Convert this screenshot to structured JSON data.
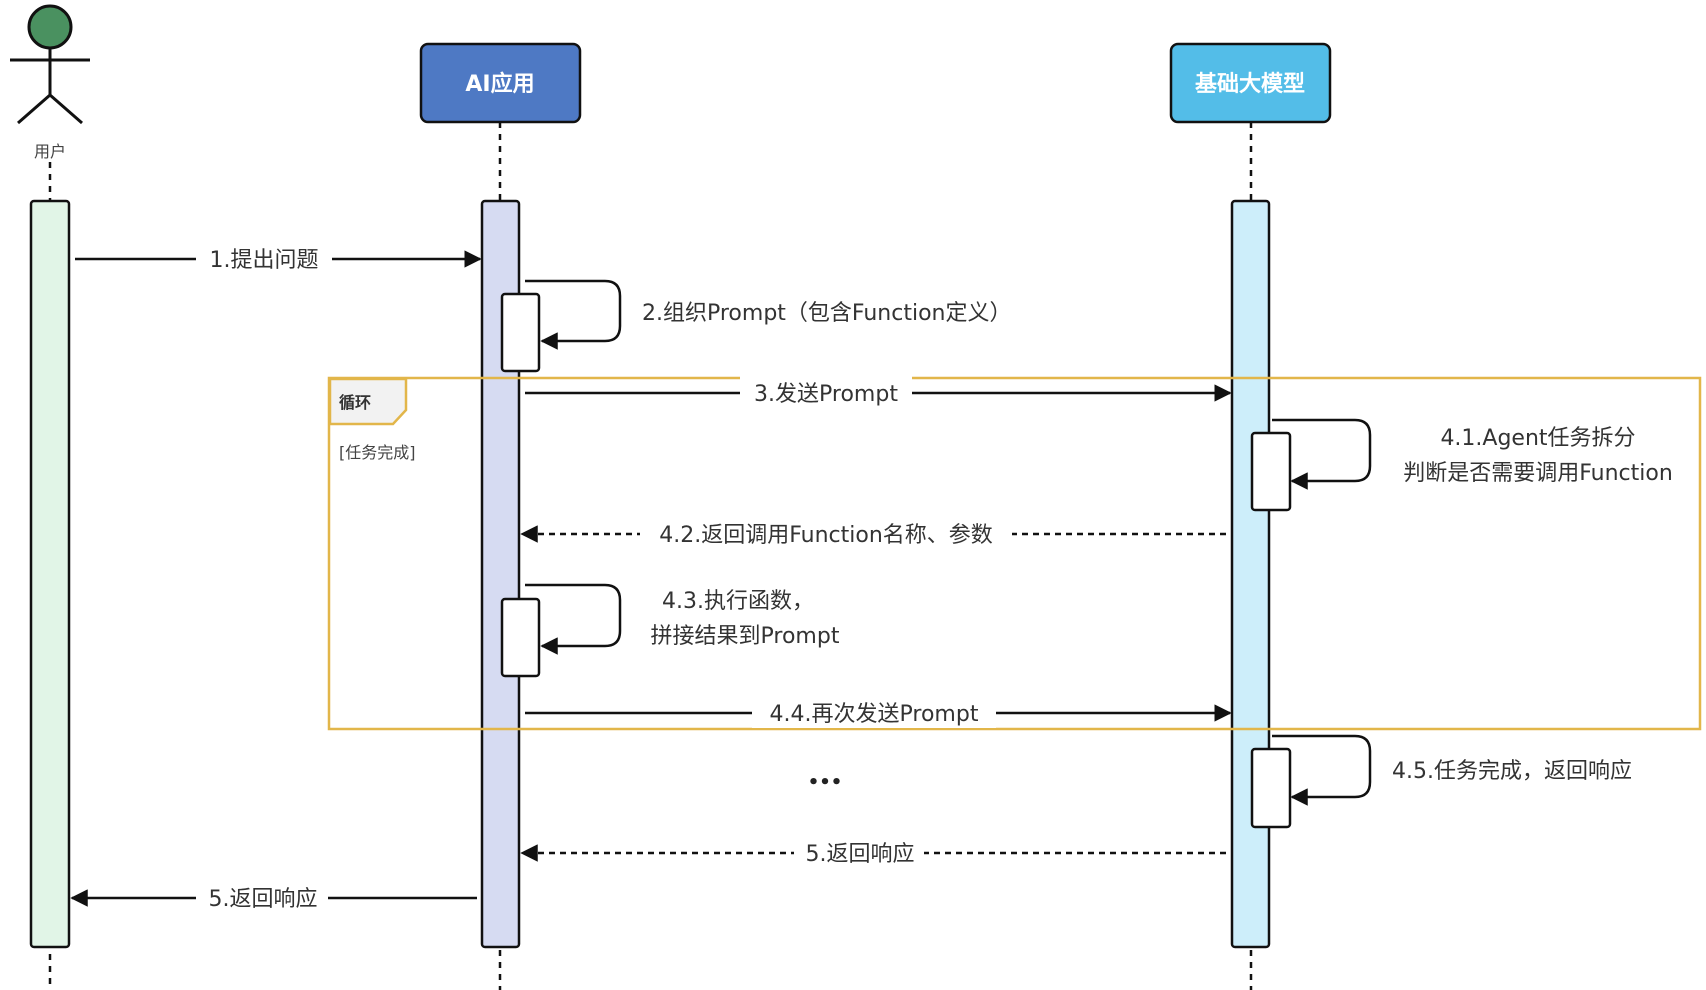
{
  "participants": {
    "user": {
      "label": "用户",
      "head_color": "#4a9160",
      "bar_color": "#e1f5e7"
    },
    "ai_app": {
      "label": "AI应用",
      "header_color": "#4e79c4",
      "bar_color": "#d6dbf2"
    },
    "llm": {
      "label": "基础大模型",
      "header_color": "#53bde8",
      "bar_color": "#cdeefa"
    }
  },
  "loop": {
    "title": "循环",
    "guard": "[任务完成]",
    "border_color": "#e2b64a"
  },
  "messages": {
    "m1": "1.提出问题",
    "m2": "2.组织Prompt（包含Function定义）",
    "m3": "3.发送Prompt",
    "m41_line1": "4.1.Agent任务拆分",
    "m41_line2": "判断是否需要调用Function",
    "m42": "4.2.返回调用Function名称、参数",
    "m43_line1": "4.3.执行函数，",
    "m43_line2": "拼接结果到Prompt",
    "m44": "4.4.再次发送Prompt",
    "ellipsis": "•••",
    "m45": "4.5.任务完成，返回响应",
    "m5_llm": "5.返回响应",
    "m5_user": "5.返回响应"
  }
}
